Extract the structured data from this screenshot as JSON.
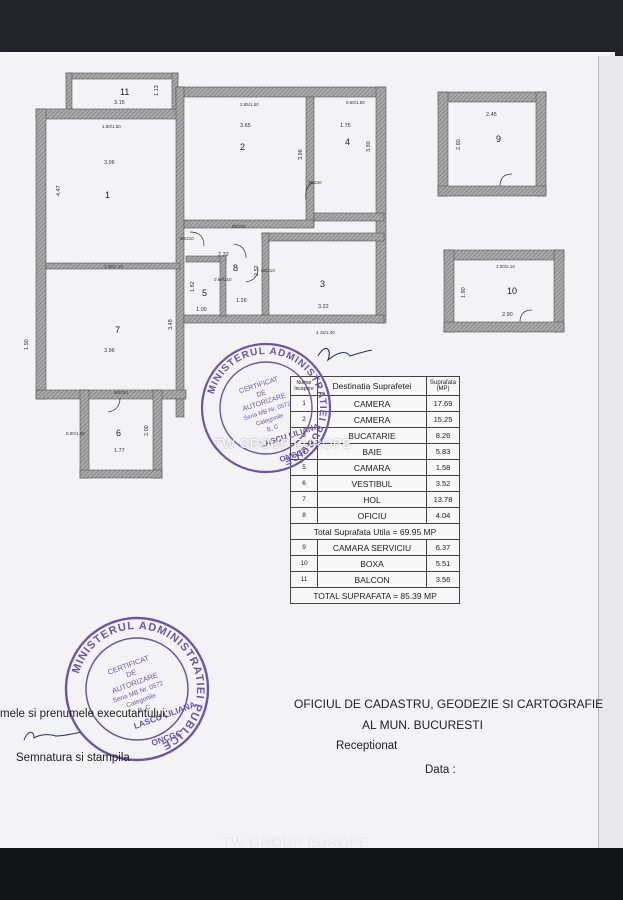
{
  "plan": {
    "rooms": [
      {
        "no": "1"
      },
      {
        "no": "2"
      },
      {
        "no": "3"
      },
      {
        "no": "4"
      },
      {
        "no": "5"
      },
      {
        "no": "6"
      },
      {
        "no": "7"
      },
      {
        "no": "8"
      },
      {
        "no": "9"
      },
      {
        "no": "10"
      },
      {
        "no": "11"
      }
    ],
    "dims": [
      "3.15",
      "1.13",
      "3.65",
      "1.75",
      "3.96",
      "3.96",
      "4.47",
      "2.32",
      "2.52",
      "3.22",
      "1.26",
      "1.00",
      "1.82",
      "3.96",
      "3.48",
      "1.50",
      "1.77",
      "2.00",
      "2.45",
      "2.60",
      "2.90",
      "1.90",
      "3.96",
      "3.90"
    ],
    "doors": [
      "80/210",
      "90/210",
      "60/210",
      "75/210",
      "0.60/210",
      "90/210"
    ],
    "windows": [
      "1.50/1.50",
      "2.85/1.50",
      "0.60/1.50",
      "0.50/1.50",
      "1.35/2.10",
      "1.00/2.10",
      "2.50/1.50",
      "4.15/1.40"
    ]
  },
  "table": {
    "header": {
      "no": "Numar Incapere",
      "dest": "Destinatia Suprafetei",
      "area": "Suprafata (MP)"
    },
    "rows": [
      {
        "no": "1",
        "name": "CAMERA",
        "area": "17.69"
      },
      {
        "no": "2",
        "name": "CAMERA",
        "area": "15.25"
      },
      {
        "no": "3",
        "name": "BUCATARIE",
        "area": "8.26"
      },
      {
        "no": "4",
        "name": "BAIE",
        "area": "5.83"
      },
      {
        "no": "5",
        "name": "CAMARA",
        "area": "1.58"
      },
      {
        "no": "6",
        "name": "VESTIBUL",
        "area": "3.52"
      },
      {
        "no": "7",
        "name": "HOL",
        "area": "13.78"
      },
      {
        "no": "8",
        "name": "OFICIU",
        "area": "4.04"
      }
    ],
    "total_util": "Total Suprafata Utila = 69.95 MP",
    "rows2": [
      {
        "no": "9",
        "name": "CAMARA SERVICIU",
        "area": "6.37"
      },
      {
        "no": "10",
        "name": "BOXA",
        "area": "5.51"
      },
      {
        "no": "11",
        "name": "BALCON",
        "area": "3.56"
      }
    ],
    "total": "TOTAL SUPRAFATA = 85.39 MP"
  },
  "footer": {
    "office_line1": "OFICIUL DE CADASTRU, GEODEZIE SI CARTOGRAFIE",
    "office_line2": "AL MUN. BUCURESTI",
    "receptionat": "Receptionat",
    "data": "Data :",
    "nume": "mele si prenumele executantului:",
    "semnatura": "Semnatura si stampila"
  },
  "stamp": {
    "ring": "MINISTERUL ADMINISTRATIEI PUBLICE",
    "center": [
      "CERTIFICAT",
      "DE",
      "AUTORIZARE",
      "Seria MB Nr. 0572",
      "Categoriile",
      "B, C"
    ],
    "name": "LASCU LILIANA",
    "bottom": "ONCGC"
  },
  "watermark": "TW GROUP EUROPE",
  "colors": {
    "stamp": "#6a55a8",
    "ink": "#1e1e1e",
    "wall": "#8b8b8b"
  }
}
